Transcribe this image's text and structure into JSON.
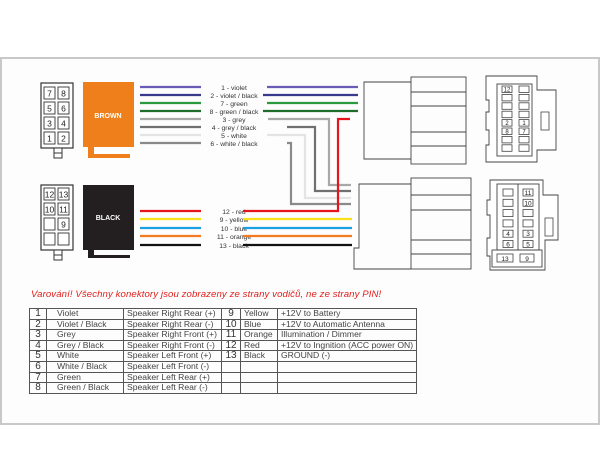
{
  "diagram": {
    "connectors": {
      "brown": {
        "label": "BROWN",
        "color": "#ef7f1a",
        "pins": [
          [
            "7",
            "8"
          ],
          [
            "5",
            "6"
          ],
          [
            "3",
            "4"
          ],
          [
            "1",
            "2"
          ]
        ]
      },
      "black": {
        "label": "BLACK",
        "color": "#231f20",
        "pins": [
          [
            "12",
            "13"
          ],
          [
            "10",
            "11"
          ],
          [
            "",
            "9"
          ],
          [
            "",
            ""
          ]
        ]
      }
    },
    "brown_wires": [
      {
        "label": "1 - violet",
        "color": "#6b5bb5"
      },
      {
        "label": "2 - violet / black",
        "color": "#3a3a8c"
      },
      {
        "label": "7 - green",
        "color": "#2b9a3e"
      },
      {
        "label": "8 - green / black",
        "color": "#1e6e2a"
      },
      {
        "label": "3 - grey",
        "color": "#a8a8a8"
      },
      {
        "label": "4 - grey / black",
        "color": "#707070"
      },
      {
        "label": "5 - white",
        "color": "#e4e4e4"
      },
      {
        "label": "6 - white / black",
        "color": "#8a8a8a"
      }
    ],
    "black_wires": [
      {
        "label": "12 - red",
        "color": "#e8141c"
      },
      {
        "label": "9 - yellow",
        "color": "#f7e11a"
      },
      {
        "label": "10 - blue",
        "color": "#1ba1e2"
      },
      {
        "label": "11 - orange",
        "color": "#f47b20"
      },
      {
        "label": "13 - black",
        "color": "#111111"
      }
    ],
    "right_connector_top": {
      "pins": [
        "12",
        "2",
        "1",
        "8",
        "7"
      ]
    },
    "right_connector_bottom": {
      "pins": [
        "11",
        "10",
        "4",
        "3",
        "6",
        "5",
        "13",
        "9"
      ]
    }
  },
  "warning": "Varování! Všechny konektory jsou zobrazeny ze strany vodičů, ne ze strany PIN!",
  "table": {
    "rows": [
      {
        "pin": "1",
        "color": "Violet",
        "function": "Speaker Right Rear (+)",
        "pin2": "9",
        "color2": "Yellow",
        "function2": "+12V to Battery"
      },
      {
        "pin": "2",
        "color": "Violet / Black",
        "function": "Speaker Right Rear (-)",
        "pin2": "10",
        "color2": "Blue",
        "function2": "+12V to Automatic Antenna"
      },
      {
        "pin": "3",
        "color": "Grey",
        "function": "Speaker Right Front (+)",
        "pin2": "11",
        "color2": "Orange",
        "function2": "Illumination / Dimmer"
      },
      {
        "pin": "4",
        "color": "Grey / Black",
        "function": "Speaker Right Front (-)",
        "pin2": "12",
        "color2": "Red",
        "function2": "+12V to Ingnition (ACC power ON)"
      },
      {
        "pin": "5",
        "color": "White",
        "function": "Speaker Left Front (+)",
        "pin2": "13",
        "color2": "Black",
        "function2": "GROUND (-)"
      },
      {
        "pin": "6",
        "color": "White / Black",
        "function": "Speaker Left Front (-)",
        "pin2": "",
        "color2": "",
        "function2": ""
      },
      {
        "pin": "7",
        "color": "Green",
        "function": "Speaker Left Rear (+)",
        "pin2": "",
        "color2": "",
        "function2": ""
      },
      {
        "pin": "8",
        "color": "Green / Black",
        "function": "Speaker Left Rear (-)",
        "pin2": "",
        "color2": "",
        "function2": ""
      }
    ]
  }
}
